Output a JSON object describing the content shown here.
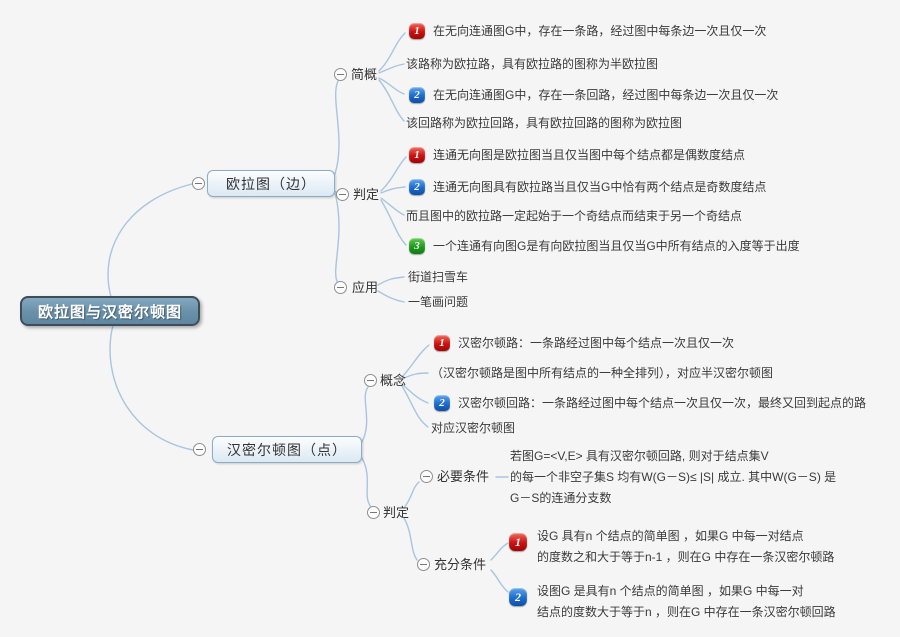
{
  "root": {
    "label": "欧拉图与汉密尔顿图"
  },
  "colors": {
    "background": "#f5f5f5",
    "branch_line": "#a8c5e0",
    "root_fill": "#6a90a9",
    "root_border": "#3d4e59",
    "node_border": "#8cacc8",
    "badge_red": "#cc1212",
    "badge_blue": "#1d6ccd",
    "badge_green": "#1f9c1f"
  },
  "euler": {
    "node_label": "欧拉图（边）",
    "overview": {
      "label": "简概",
      "items": [
        {
          "badge": "1",
          "text": "在无向连通图G中，存在一条路，经过图中每条边一次且仅一次"
        },
        {
          "text": "该路称为欧拉路，具有欧拉路的图称为半欧拉图"
        },
        {
          "badge": "2",
          "text": "在无向连通图G中，存在一条回路，经过图中每条边一次且仅一次"
        },
        {
          "text": "该回路称为欧拉回路，具有欧拉回路的图称为欧拉图"
        }
      ]
    },
    "judge": {
      "label": "判定",
      "items": [
        {
          "badge": "1",
          "text": "连通无向图是欧拉图当且仅当图中每个结点都是偶数度结点"
        },
        {
          "badge": "2",
          "text": "连通无向图具有欧拉路当且仅当G中恰有两个结点是奇数度结点"
        },
        {
          "text": "而且图中的欧拉路一定起始于一个奇结点而结束于另一个奇结点"
        },
        {
          "badge": "3",
          "text": "一个连通有向图G是有向欧拉图当且仅当G中所有结点的入度等于出度"
        }
      ]
    },
    "apply": {
      "label": "应用",
      "items": [
        {
          "text": "街道扫雪车"
        },
        {
          "text": "一笔画问题"
        }
      ]
    }
  },
  "hamilton": {
    "node_label": "汉密尔顿图（点）",
    "concept": {
      "label": "概念",
      "items": [
        {
          "badge": "1",
          "text": "汉密尔顿路：一条路经过图中每个结点一次且仅一次"
        },
        {
          "text": "（汉密尔顿路是图中所有结点的一种全排列），对应半汉密尔顿图"
        },
        {
          "badge": "2",
          "text": "汉密尔顿回路：一条路经过图中每个结点一次且仅一次，最终又回到起点的路"
        },
        {
          "text": "对应汉密尔顿图"
        }
      ]
    },
    "judge": {
      "label": "判定"
    },
    "necessary": {
      "label": "必要条件",
      "lines": [
        "若图G=<V,E> 具有汉密尔顿回路, 则对于结点集V",
        "的每一个非空子集S 均有W(G－S)≤ |S| 成立. 其中W(G－S) 是",
        "G－S的连通分支数"
      ]
    },
    "sufficient": {
      "label": "充分条件",
      "items": [
        {
          "badge": "1",
          "lines": [
            "设G 具有n 个结点的简单图 ，如果G 中每一对结点",
            "的度数之和大于等于n-1 ，则在G 中存在一条汉密尔顿路"
          ]
        },
        {
          "badge": "2",
          "lines": [
            "设图G 是具有n 个结点的简单图 ，如果G 中每一对",
            "结点的度数大于等于n ，则在G 中存在一条汉密尔顿回路"
          ]
        }
      ]
    }
  }
}
